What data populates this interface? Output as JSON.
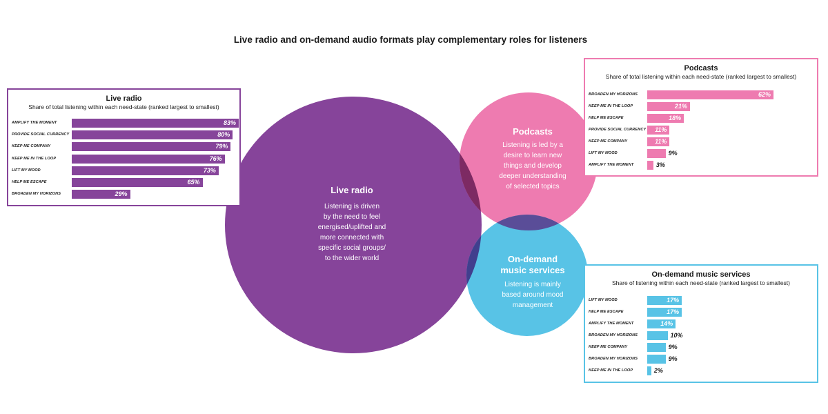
{
  "title": "Live radio and on-demand audio formats play complementary roles for listeners",
  "colors": {
    "live_radio": "#86449a",
    "podcasts": "#ee7bb0",
    "music": "#58c3e6",
    "overlap_live_podcasts": "#7d2a63",
    "overlap_live_music": "#413f8e",
    "overlap_podcasts_music": "#5a4d98"
  },
  "venn": {
    "live_radio": {
      "heading": "Live radio",
      "lines": [
        "Listening is driven",
        "by the need to feel",
        "energised/uplifted and",
        "more connected with",
        "specific social groups/",
        "to the wider world"
      ]
    },
    "podcasts": {
      "heading": "Podcasts",
      "lines": [
        "Listening is led by a",
        "desire to learn new",
        "things and develop",
        "deeper understanding",
        "of selected topics"
      ]
    },
    "music": {
      "heading_lines": [
        "On-demand",
        "music services"
      ],
      "lines": [
        "Listening is mainly",
        "based around mood",
        "management"
      ]
    }
  },
  "chart_data": [
    {
      "type": "bar",
      "orientation": "horizontal",
      "title": "Live radio",
      "subtitle": "Share of total listening within each need-state (ranked largest to smallest)",
      "categories": [
        "AMPLIFY THE MOMENT",
        "PROVIDE SOCIAL CURRENCY",
        "KEEP ME COMPANY",
        "KEEP ME IN THE LOOP",
        "LIFT MY MOOD",
        "HELP ME ESCAPE",
        "BROADEN MY HORIZONS"
      ],
      "values": [
        83,
        80,
        79,
        76,
        73,
        65,
        29
      ],
      "labels": [
        "83%",
        "80%",
        "79%",
        "76%",
        "73%",
        "65%",
        "29%"
      ],
      "color": "#86449a",
      "xlim": [
        0,
        83
      ]
    },
    {
      "type": "bar",
      "orientation": "horizontal",
      "title": "Podcasts",
      "subtitle": "Share of total listening within each need-state (ranked largest to smallest)",
      "categories": [
        "BROADEN MY HORIZONS",
        "KEEP ME IN THE LOOP",
        "HELP ME ESCAPE",
        "PROVIDE SOCIAL CURRENCY",
        "KEEP ME COMPANY",
        "LIFT MY MOOD",
        "AMPLIFY THE MOMENT"
      ],
      "values": [
        62,
        21,
        18,
        11,
        11,
        9,
        3
      ],
      "labels": [
        "62%",
        "21%",
        "18%",
        "11%",
        "11%",
        "9%",
        "3%"
      ],
      "color": "#ee7bb0",
      "xlim": [
        0,
        62
      ]
    },
    {
      "type": "bar",
      "orientation": "horizontal",
      "title": "On-demand music services",
      "subtitle": "Share of listening within each need-state (ranked largest to smallest)",
      "categories": [
        "LIFT MY MOOD",
        "HELP ME ESCAPE",
        "AMPLIFY THE MOMENT",
        "BROADEN MY HORIZONS",
        "KEEP ME COMPANY",
        "BROADEN MY HORIZONS",
        "KEEP ME IN THE LOOP"
      ],
      "values": [
        17,
        17,
        14,
        10,
        9,
        9,
        2
      ],
      "labels": [
        "17%",
        "17%",
        "14%",
        "10%",
        "9%",
        "9%",
        "2%"
      ],
      "color": "#58c3e6",
      "xlim": [
        0,
        62
      ]
    }
  ]
}
